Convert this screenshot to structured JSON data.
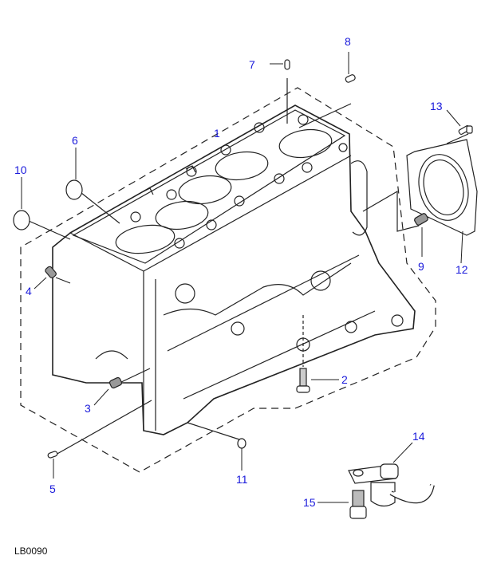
{
  "diagram": {
    "title": "Cylinder block exploded view",
    "reference_code": "LB0090",
    "colors": {
      "callout_text": "#1a1adb",
      "line_art": "#222222",
      "background": "#ffffff"
    },
    "callouts": [
      {
        "id": "1",
        "label": "1",
        "part": "cylinder-block"
      },
      {
        "id": "2",
        "label": "2",
        "part": "bolt"
      },
      {
        "id": "3",
        "label": "3",
        "part": "plug"
      },
      {
        "id": "4",
        "label": "4",
        "part": "plug"
      },
      {
        "id": "5",
        "label": "5",
        "part": "dowel"
      },
      {
        "id": "6",
        "label": "6",
        "part": "core-plug"
      },
      {
        "id": "7",
        "label": "7",
        "part": "dowel"
      },
      {
        "id": "8",
        "label": "8",
        "part": "dowel"
      },
      {
        "id": "9",
        "label": "9",
        "part": "plug"
      },
      {
        "id": "10",
        "label": "10",
        "part": "core-plug"
      },
      {
        "id": "11",
        "label": "11",
        "part": "plug"
      },
      {
        "id": "12",
        "label": "12",
        "part": "rear-oil-seal-housing"
      },
      {
        "id": "13",
        "label": "13",
        "part": "bolt"
      },
      {
        "id": "14",
        "label": "14",
        "part": "piston-cooling-jet"
      },
      {
        "id": "15",
        "label": "15",
        "part": "bolt"
      }
    ]
  }
}
